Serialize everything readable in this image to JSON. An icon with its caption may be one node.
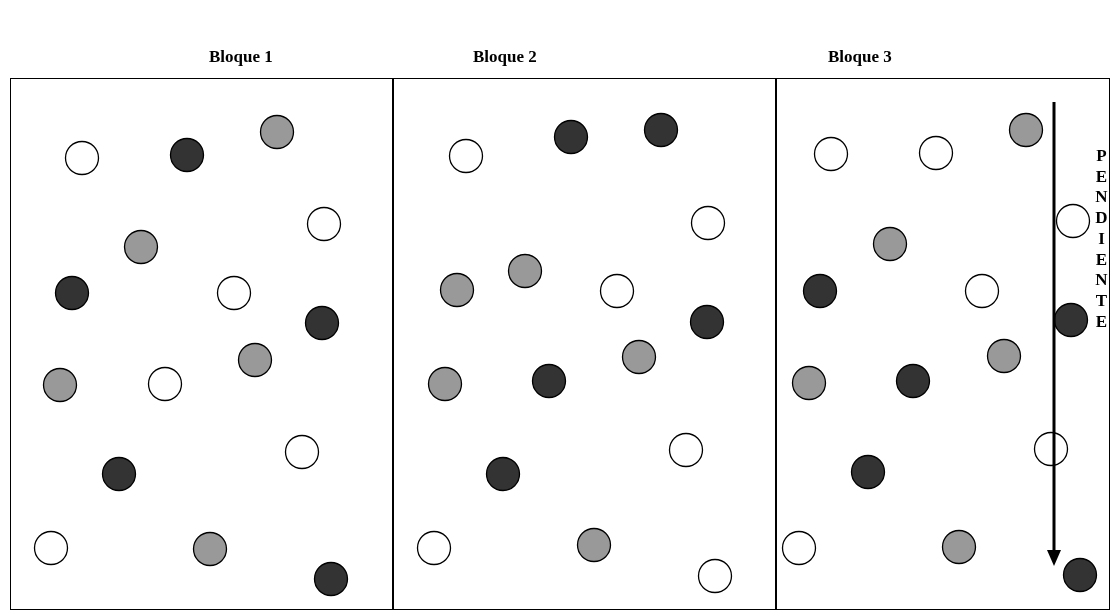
{
  "diagram": {
    "nodes": [
      {
        "text": [
          "Bloque 1"
        ]
      },
      {
        "text": [
          "Bloque 2"
        ]
      },
      {
        "text": [
          "Bloque 3"
        ]
      }
    ],
    "labels": [
      "PENDIENTE"
    ]
  }
}
